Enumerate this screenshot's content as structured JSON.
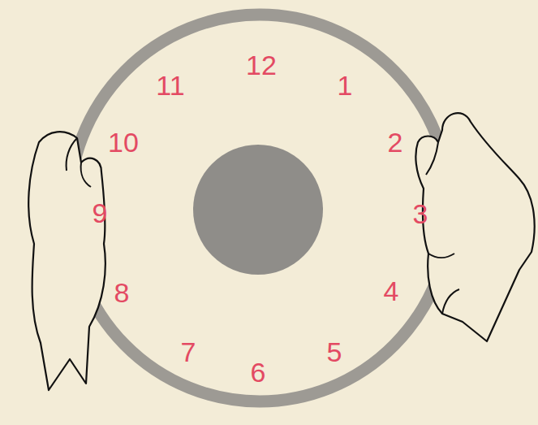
{
  "diagram": {
    "labels": [
      "12",
      "11",
      "1",
      "10",
      "2",
      "9",
      "3",
      "8",
      "4",
      "7",
      "5",
      "6"
    ]
  }
}
